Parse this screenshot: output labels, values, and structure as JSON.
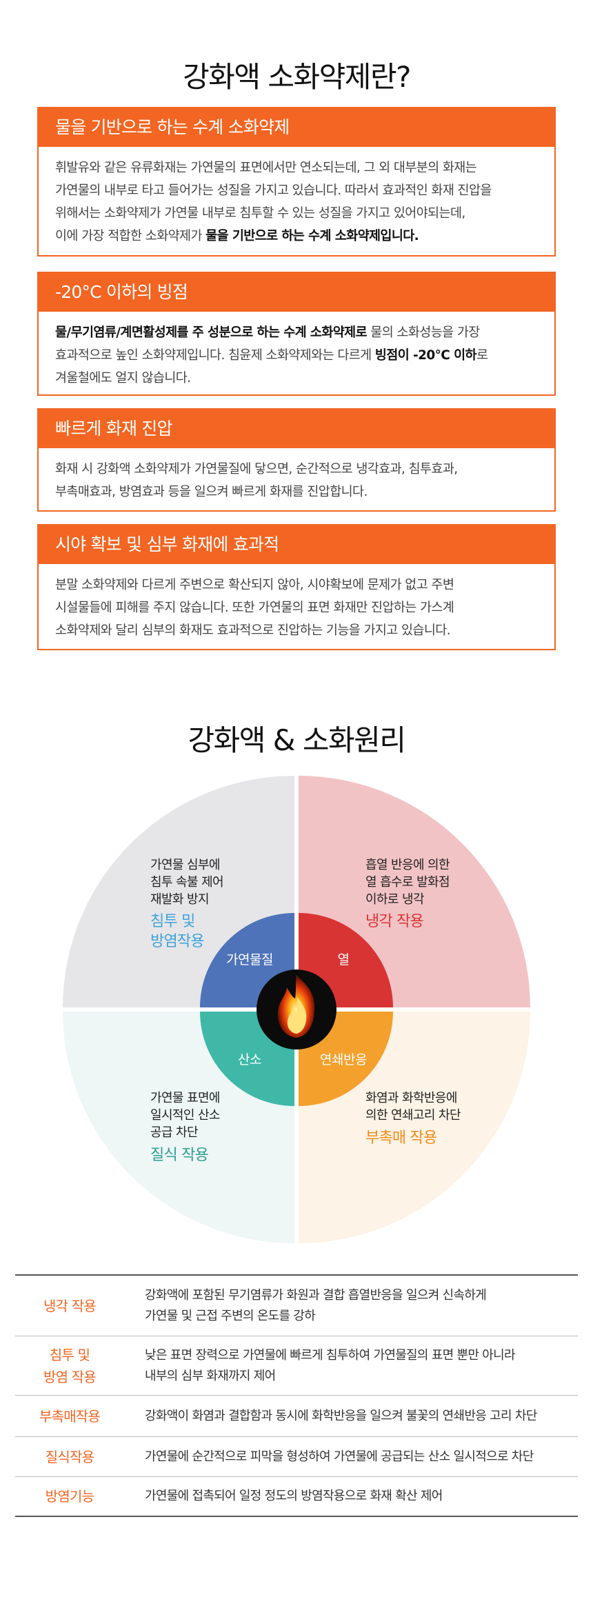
{
  "section1": {
    "title": "강화액 소화약제란?",
    "cards": [
      {
        "heading": "물을 기반으로 하는 수계 소화약제",
        "lines": [
          "휘발유와 같은 유류화재는 가연물의 표면에서만 연소되는데, 그 외 대부분의 화재는",
          "가연물의 내부로 타고 들어가는 성질을 가지고 있습니다. 따라서 효과적인 화재 진압을",
          "위해서는 소화약제가 가연물 내부로 침투할 수 있는 성질을 가지고 있어야되는데,",
          "이에 가장 적합한 소화약제가 ",
          "물을 기반으로 하는 수계 소화약제입니다."
        ]
      },
      {
        "heading": "-20°C 이하의 빙점",
        "lines": [
          "물/무기염류/계면활성제를 주 성분으로 하는 수계 소화약제로",
          " 물의 소화성능을 가장",
          "효과적으로 높인 소화약제입니다. 침윤제 소화약제와는 다르게 ",
          "빙점이 -20°C 이하",
          "로",
          "겨울철에도 얼지 않습니다."
        ]
      },
      {
        "heading": "빠르게 화재 진압",
        "lines": [
          "화재 시 강화액 소화약제가 가연물질에 닿으면, 순간적으로 냉각효과, 침투효과,",
          "부촉매효과, 방염효과 등을 일으켜 빠르게 화재를 진압합니다."
        ]
      },
      {
        "heading": "시야 확보 및 심부 화재에 효과적",
        "lines": [
          "분말 소화약제와 다르게 주변으로 확산되지 않아, 시야확보에 문제가 없고 주변",
          "시설물들에 피해를 주지 않습니다. 또한 가연물의 표면 화재만 진압하는 가스계",
          "소화약제와 달리 심부의 화재도 효과적으로 진압하는 기능을 가지고 있습니다."
        ]
      }
    ]
  },
  "section2": {
    "title": "강화액 & 소화원리",
    "quadrants": {
      "top_left": {
        "lines": [
          "가연물 심부에",
          "침투 속불 제어",
          "재발화 방지"
        ],
        "action": [
          "침투 및",
          "방염작용"
        ],
        "inner": "가연물질",
        "color_outer": "#e6e6e8",
        "color_inner": "#4e73b9",
        "color_action": "#3fa3d8"
      },
      "top_right": {
        "lines": [
          "흡열 반응에 의한",
          "열 흡수로 발화점",
          "이하로 냉각"
        ],
        "action": [
          "냉각 작용"
        ],
        "inner": "열",
        "color_outer": "#f2c3c5",
        "color_inner": "#d93434",
        "color_action": "#d93434"
      },
      "bottom_left": {
        "lines": [
          "가연물 표면에",
          "일시적인 산소",
          "공급 차단"
        ],
        "action": [
          "질식 작용"
        ],
        "inner": "산소",
        "color_outer": "#eef6f6",
        "color_inner": "#3fb8a8",
        "color_action": "#2f9e90"
      },
      "bottom_right": {
        "lines": [
          "화염과 화학반응에",
          "의한 연쇄고리 차단"
        ],
        "action": [
          "부촉매 작용"
        ],
        "inner": "연쇄반응",
        "color_outer": "#fdf3e6",
        "color_inner": "#f3a02c",
        "color_action": "#f08c1a"
      }
    }
  },
  "table": {
    "rows": [
      {
        "head": [
          "냉각 작용"
        ],
        "desc": [
          "강화액에 포함된 무기염류가 화원과 결합 흡열반응을 일으켜 신속하게",
          "가연물 및 근접 주변의 온도를 강하"
        ]
      },
      {
        "head": [
          "침투 및",
          "방염 작용"
        ],
        "desc": [
          "낮은 표면 장력으로 가연물에 빠르게 침투하여 가연물질의 표면 뿐만 아니라",
          "내부의 심부 화재까지 제어"
        ]
      },
      {
        "head": [
          "부촉매작용"
        ],
        "desc": [
          "강화액이 화염과 결합함과 동시에 화학반응을 일으켜 불꽃의 연쇄반응 고리 차단"
        ]
      },
      {
        "head": [
          "질식작용"
        ],
        "desc": [
          "가연물에 순간적으로 피막을 형성하여 가연물에 공급되는 산소 일시적으로 차단"
        ]
      },
      {
        "head": [
          "방염기능"
        ],
        "desc": [
          "가연물에 접촉되어 일정 정도의 방염작용으로 화재 확산 제어"
        ]
      }
    ]
  },
  "colors": {
    "accent": "#f26522",
    "accent_text": "#ffffff"
  }
}
